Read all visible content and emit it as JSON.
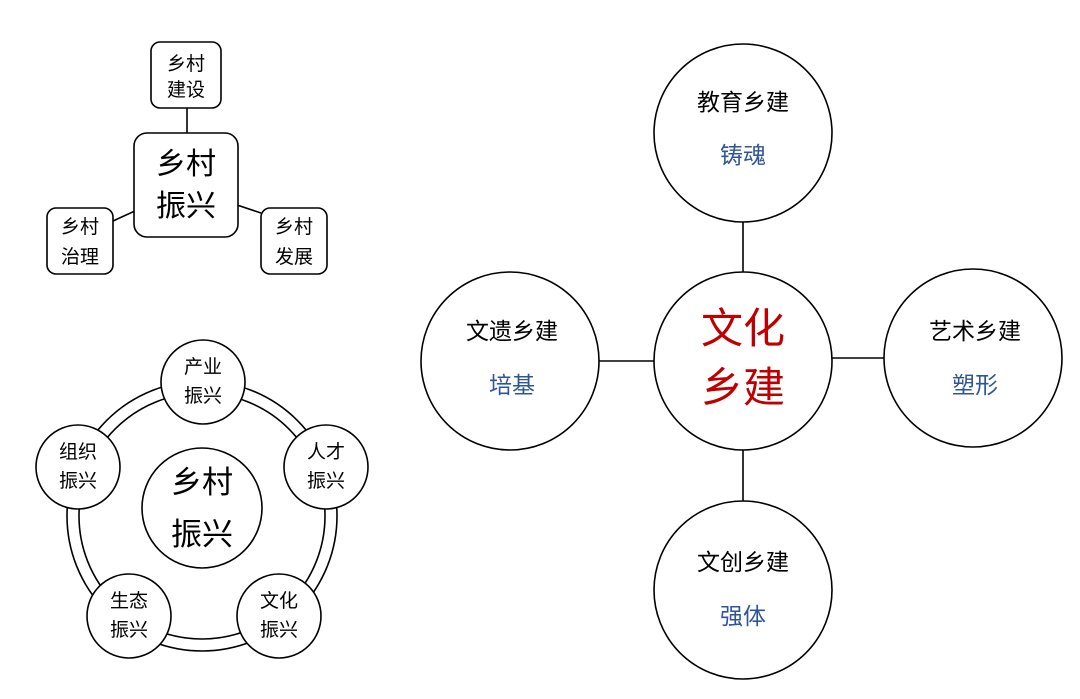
{
  "diagram_a": {
    "center": {
      "line1": "乡村",
      "line2": "振兴"
    },
    "top": {
      "line1": "乡村",
      "line2": "建设"
    },
    "left": {
      "line1": "乡村",
      "line2": "治理"
    },
    "right": {
      "line1": "乡村",
      "line2": "发展"
    }
  },
  "diagram_b": {
    "center": {
      "line1": "乡村",
      "line2": "振兴"
    },
    "nodes": [
      {
        "line1": "产业",
        "line2": "振兴"
      },
      {
        "line1": "人才",
        "line2": "振兴"
      },
      {
        "line1": "文化",
        "line2": "振兴"
      },
      {
        "line1": "生态",
        "line2": "振兴"
      },
      {
        "line1": "组织",
        "line2": "振兴"
      }
    ]
  },
  "diagram_c": {
    "center": {
      "line1": "文化",
      "line2": "乡建"
    },
    "top": {
      "title": "教育乡建",
      "sub": "铸魂"
    },
    "left": {
      "title": "文遗乡建",
      "sub": "培基"
    },
    "right": {
      "title": "艺术乡建",
      "sub": "塑形"
    },
    "bottom": {
      "title": "文创乡建",
      "sub": "强体"
    }
  },
  "colors": {
    "stroke": "#000000",
    "sub_text": "#2f5597",
    "center_text": "#c00000"
  }
}
